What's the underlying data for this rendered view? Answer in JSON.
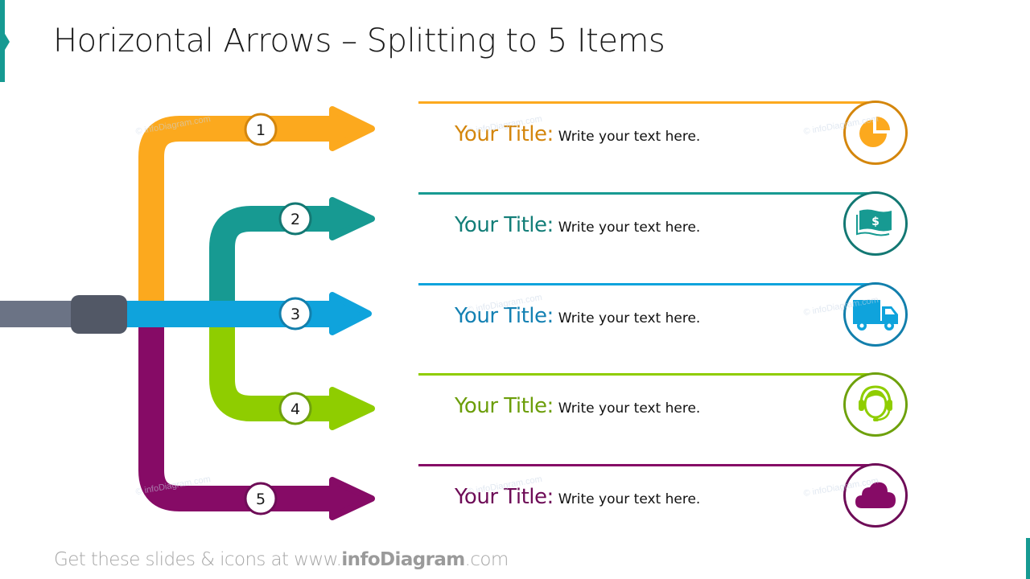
{
  "header": {
    "title": "Horizontal Arrows – Splitting to 5 Items"
  },
  "colors": {
    "accent": "#169a92",
    "trunk_light": "#6b7385",
    "trunk_dark": "#525866"
  },
  "items": [
    {
      "number": "1",
      "title": "Your Title:",
      "text": "Write your text here.",
      "icon": "pie-chart-icon",
      "color": "#fca91e",
      "text_color": "#d4860c",
      "ring_color": "#d4860c"
    },
    {
      "number": "2",
      "title": "Your Title:",
      "text": "Write your text here.",
      "icon": "money-bill-icon",
      "color": "#179a92",
      "text_color": "#137e78",
      "ring_color": "#137873"
    },
    {
      "number": "3",
      "title": "Your Title:",
      "text": "Write your text here.",
      "icon": "delivery-truck-icon",
      "color": "#0fa3dc",
      "text_color": "#1481b3",
      "ring_color": "#127fac"
    },
    {
      "number": "4",
      "title": "Your Title:",
      "text": "Write your text here.",
      "icon": "support-headset-icon",
      "color": "#8fcd00",
      "text_color": "#6c9e0a",
      "ring_color": "#6ea10c"
    },
    {
      "number": "5",
      "title": "Your Title:",
      "text": "Write your text here.",
      "icon": "cloud-icon",
      "color": "#860b66",
      "text_color": "#6e0c57",
      "ring_color": "#6e0c57"
    }
  ],
  "footer": {
    "prefix": "Get these slides & icons at www.",
    "brand": "infoDiagram",
    "suffix": ".com"
  },
  "watermark": "© infoDiagram.com"
}
